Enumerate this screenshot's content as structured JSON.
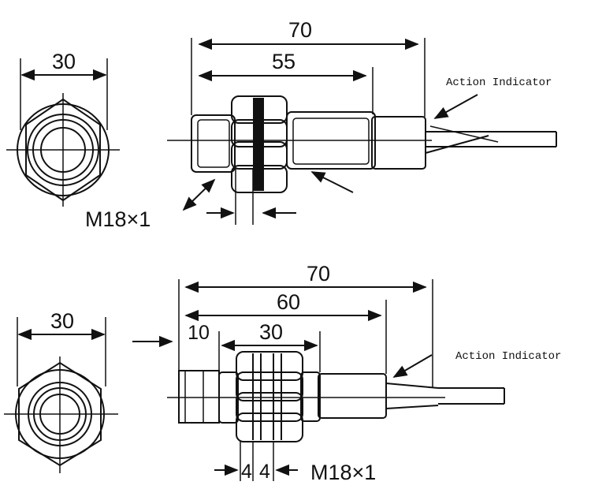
{
  "sensor_a": {
    "end_view": {
      "width_label": "30"
    },
    "side_view": {
      "overall_length": "70",
      "thread_length": "55",
      "thread_spec": "M18×1",
      "indicator_label": "Action Indicator"
    }
  },
  "sensor_b": {
    "end_view": {
      "width_label": "30"
    },
    "side_view": {
      "overall_length": "70",
      "body_length": "60",
      "head_length": "10",
      "nut_span": "30",
      "nut_thickness_1": "4",
      "nut_thickness_2": "4",
      "thread_spec": "M18×1",
      "indicator_label": "Action Indicator"
    }
  },
  "colors": {
    "line": "#111111",
    "background": "#ffffff"
  }
}
